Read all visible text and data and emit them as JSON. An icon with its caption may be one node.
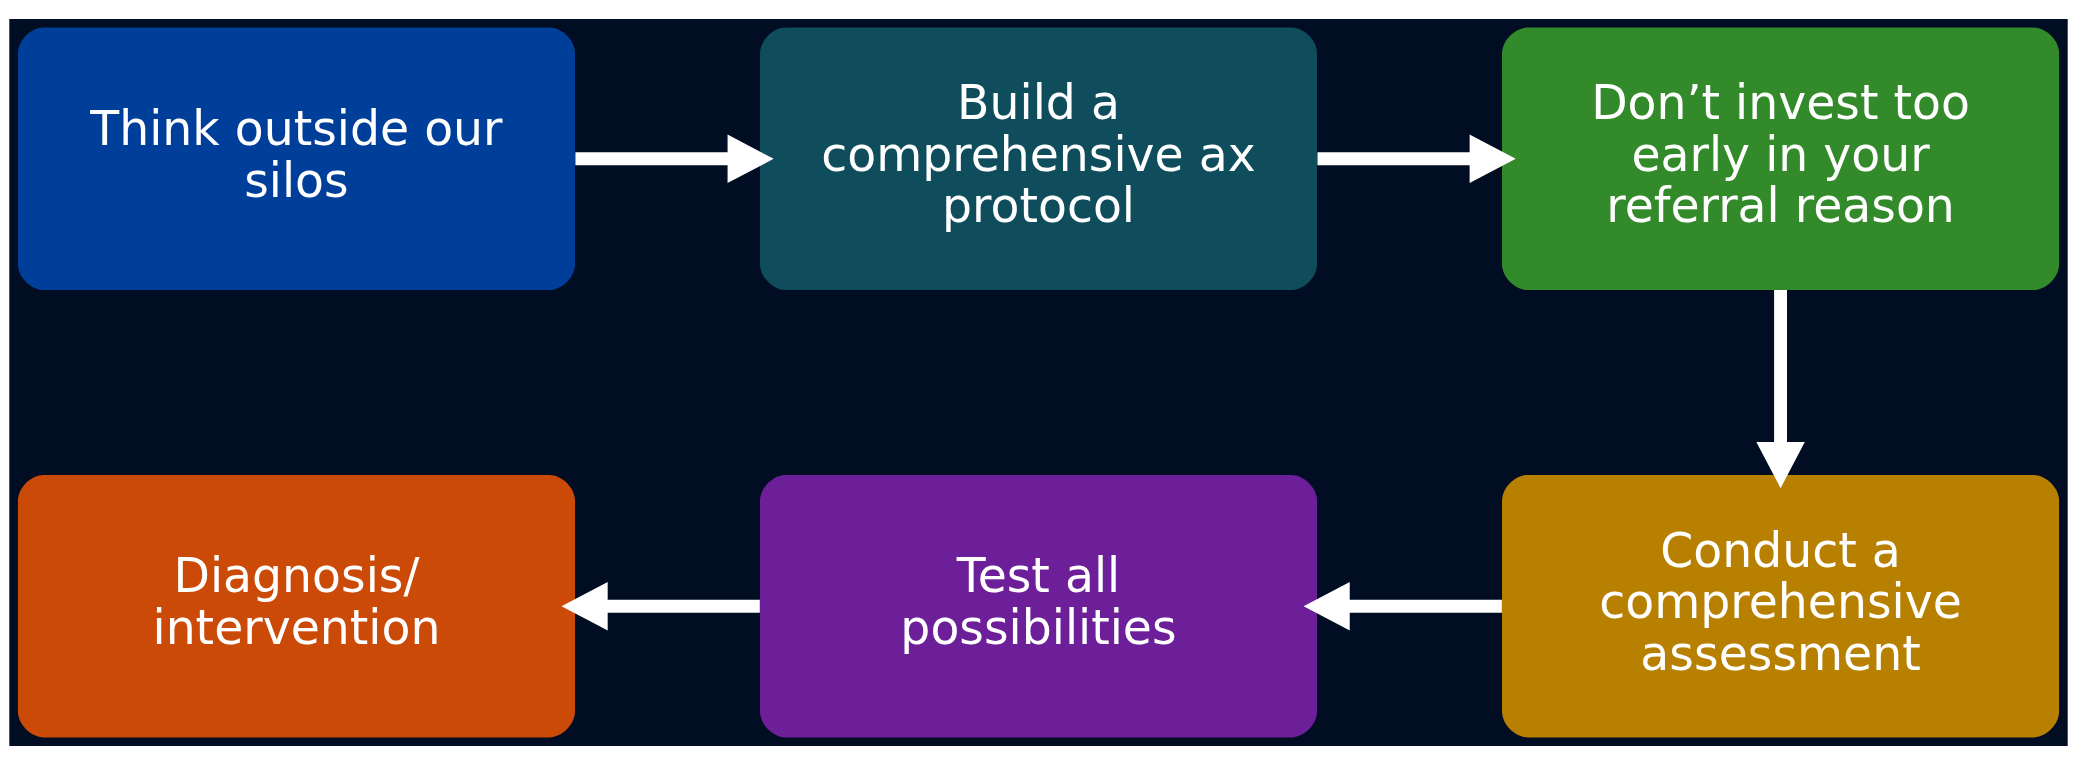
{
  "diagram": {
    "nodes": [
      {
        "text": [
          "Think outside our silos"
        ]
      },
      {
        "text": [
          "Build a comprehensive ax protocol"
        ]
      },
      {
        "text": [
          "Don’t invest too early in your referral reason"
        ]
      },
      {
        "text": [
          "Conduct a comprehensive assessment"
        ]
      },
      {
        "text": [
          "Test all possibilities"
        ]
      },
      {
        "text": [
          "Diagnosis/ intervention"
        ]
      }
    ],
    "edges": [
      {
        "from": 0,
        "to": 1,
        "arrow": "to"
      },
      {
        "from": 1,
        "to": 2,
        "arrow": "to"
      },
      {
        "from": 2,
        "to": 3,
        "arrow": "to"
      },
      {
        "from": 3,
        "to": 4,
        "arrow": "to"
      },
      {
        "from": 4,
        "to": 5,
        "arrow": "to"
      }
    ]
  }
}
